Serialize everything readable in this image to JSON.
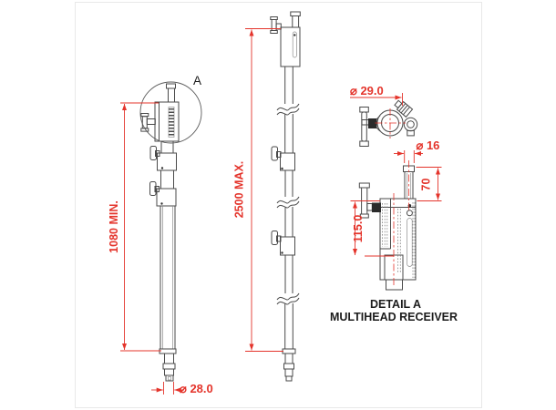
{
  "drawing": {
    "detail_marker": "A",
    "caption": {
      "line1": "DETAIL A",
      "line2": "MULTIHEAD RECEIVER"
    },
    "dimensions": {
      "collapsed_height": "1080 MIN.",
      "extended_height": "2500 MAX.",
      "base_diameter": "⌀ 28.0",
      "receiver_outer_diameter": "⌀ 29.0",
      "stud_diameter": "⌀ 16",
      "stud_length": "70",
      "receiver_body_length": "115.0"
    },
    "colors": {
      "dimension_red": "#e4342b",
      "line_gray": "#4a4a4a",
      "panel_border": "#e8e8e8"
    }
  }
}
